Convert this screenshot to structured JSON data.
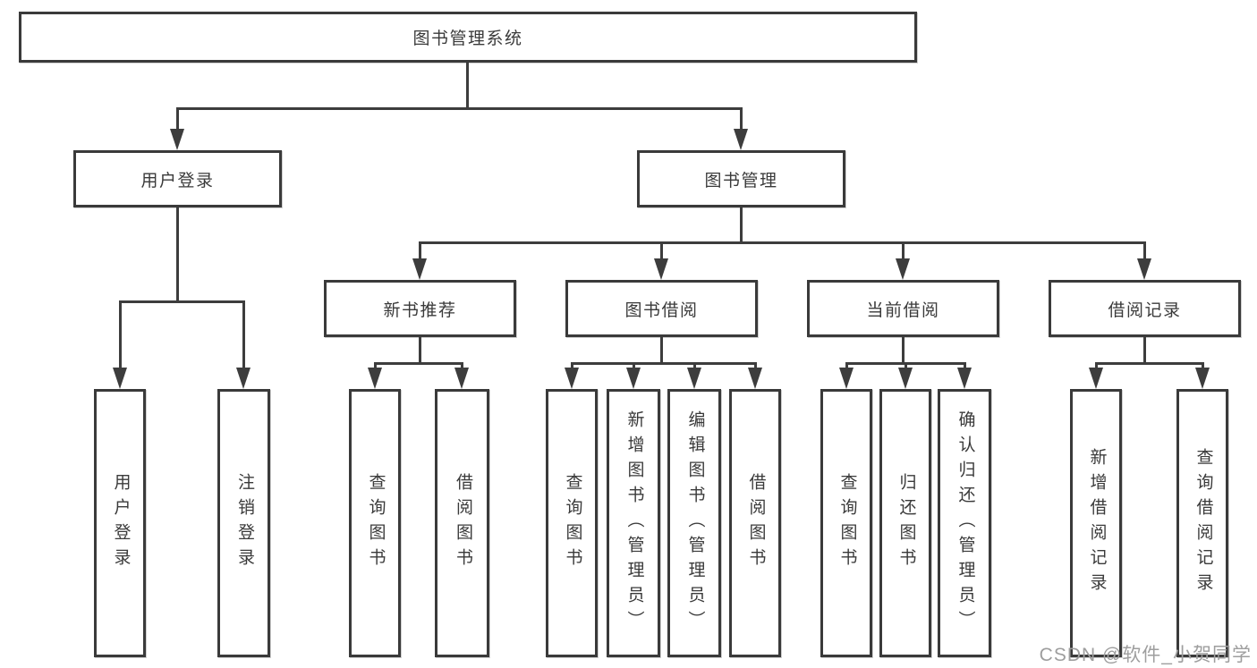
{
  "tree": {
    "root": "图书管理系统",
    "level2": [
      "用户登录",
      "图书管理"
    ],
    "level3": [
      "新书推荐",
      "图书借阅",
      "当前借阅",
      "借阅记录"
    ],
    "leaves": {
      "login": [
        "用户登录",
        "注销登录"
      ],
      "recommend": [
        "查询图书",
        "借阅图书"
      ],
      "borrow": [
        "查询图书",
        "新增图书（管理员）",
        "编辑图书（管理员）",
        "借阅图书"
      ],
      "current": [
        "查询图书",
        "归还图书",
        "确认归还（管理员）"
      ],
      "records": [
        "新增借阅记录",
        "查询借阅记录"
      ]
    }
  },
  "watermark": "CSDN @软件_小贺同学",
  "colors": {
    "line": "#3d3d3d",
    "border": "#3a3a3a",
    "text": "#3a3a3a",
    "background": "#ffffff",
    "watermark": "#9e9e9e"
  }
}
